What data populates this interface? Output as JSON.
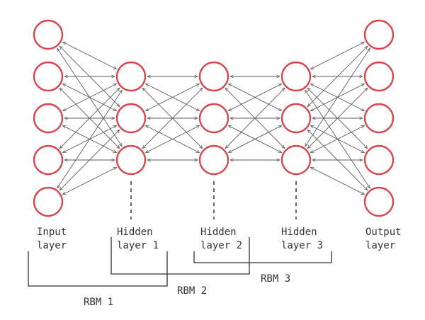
{
  "diagram": {
    "colors": {
      "node_stroke": "#d9444d",
      "edge": "#5a5a5a",
      "text": "#333333",
      "background": "#ffffff"
    },
    "layers": [
      {
        "line1": "Input",
        "line2": "layer",
        "node_count": 5
      },
      {
        "line1": "Hidden",
        "line2": "layer 1",
        "node_count": 3
      },
      {
        "line1": "Hidden",
        "line2": "layer 2",
        "node_count": 3
      },
      {
        "line1": "Hidden",
        "line2": "layer 3",
        "node_count": 3
      },
      {
        "line1": "Output",
        "line2": "layer",
        "node_count": 5
      }
    ],
    "connections": "bidirectional arrows between every node of adjacent layers",
    "rbms": [
      {
        "label": "RBM 1",
        "spans_layers": [
          0,
          1
        ]
      },
      {
        "label": "RBM 2",
        "spans_layers": [
          1,
          2
        ]
      },
      {
        "label": "RBM 3",
        "spans_layers": [
          2,
          3
        ]
      }
    ]
  }
}
